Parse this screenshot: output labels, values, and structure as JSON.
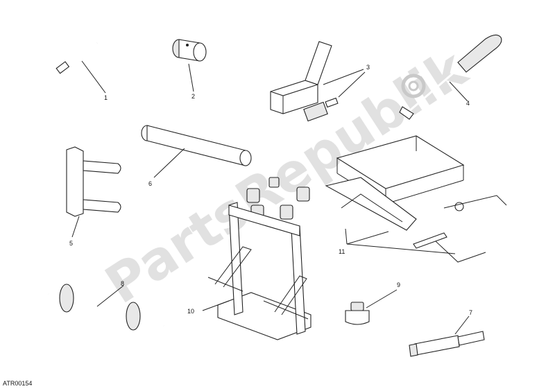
{
  "callouts": [
    "1",
    "2",
    "3",
    "4",
    "5",
    "6",
    "7",
    "8",
    "9",
    "10",
    "11"
  ],
  "drawing_code": "ATR00154",
  "watermark": "PartsRepublik"
}
